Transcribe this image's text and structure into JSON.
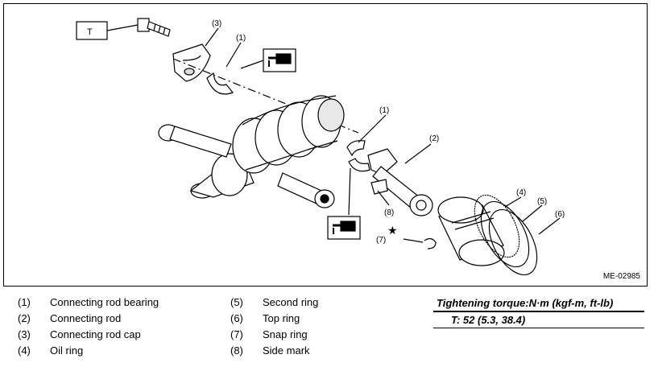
{
  "diagram": {
    "figure_code": "ME-02985",
    "torque_box_label": "T",
    "callouts": {
      "c1_top": "(1)",
      "c3_top": "(3)",
      "c1_mid": "(1)",
      "c2": "(2)",
      "c8": "(8)",
      "c4": "(4)",
      "c5": "(5)",
      "c6": "(6)",
      "c7": "(7)"
    },
    "star_symbol": "★"
  },
  "legend": {
    "items": [
      {
        "num": "(1)",
        "label": "Connecting rod bearing"
      },
      {
        "num": "(2)",
        "label": "Connecting rod"
      },
      {
        "num": "(3)",
        "label": "Connecting rod cap"
      },
      {
        "num": "(4)",
        "label": "Oil ring"
      },
      {
        "num": "(5)",
        "label": "Second ring"
      },
      {
        "num": "(6)",
        "label": "Top ring"
      },
      {
        "num": "(7)",
        "label": "Snap ring"
      },
      {
        "num": "(8)",
        "label": "Side mark"
      }
    ]
  },
  "torque": {
    "heading": "Tightening torque:N·m (kgf-m, ft-lb)",
    "value": "T:   52 (5.3, 38.4)"
  }
}
